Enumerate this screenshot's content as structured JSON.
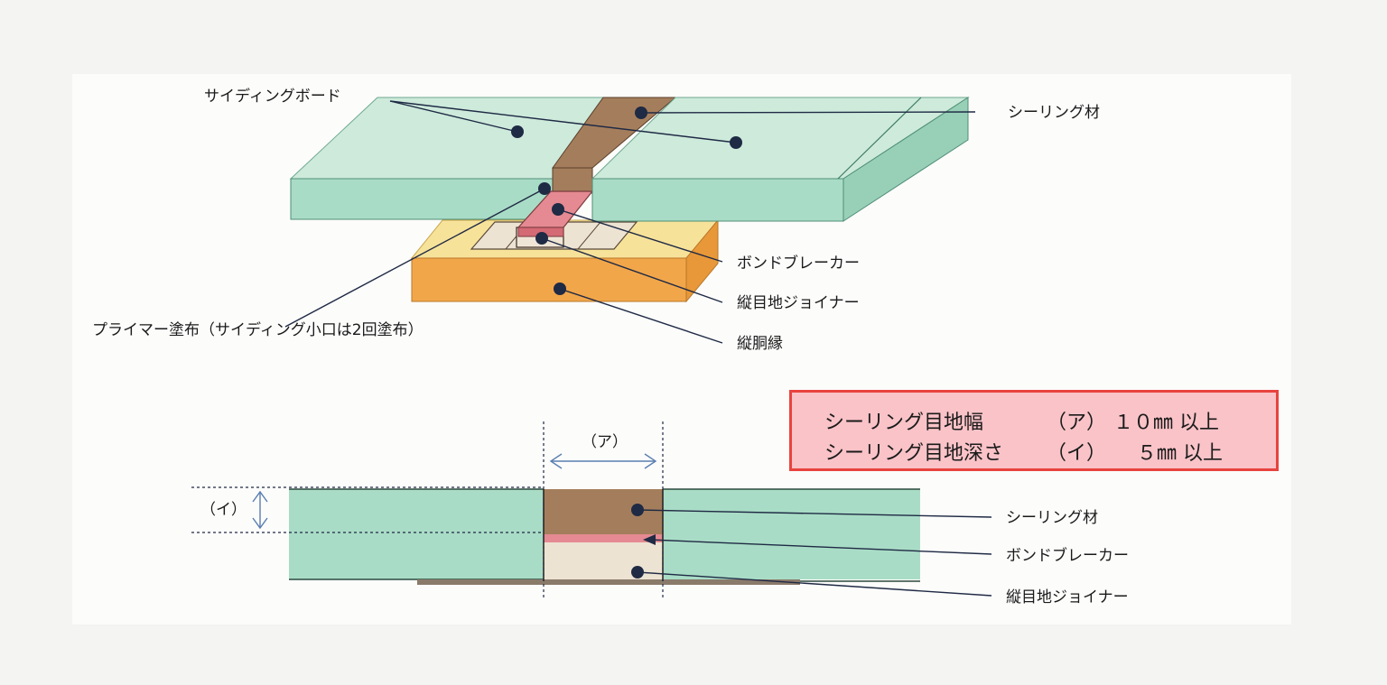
{
  "labels": {
    "siding_board": "サイディングボード",
    "sealing_material": "シーリング材",
    "bond_breaker": "ボンドブレーカー",
    "joint_joiner": "縦目地ジョイナー",
    "vertical_furring": "縦胴縁",
    "primer": "プライマー塗布（サイディング小口は2回塗布）"
  },
  "section_labels": {
    "width_mark": "（ア）",
    "depth_mark": "（イ）",
    "sealing_material": "シーリング材",
    "bond_breaker": "ボンドブレーカー",
    "joint_joiner": "縦目地ジョイナー"
  },
  "spec": {
    "row1": {
      "name": "シーリング目地幅",
      "mark": "（ア）",
      "value": "１０㎜ 以上"
    },
    "row2": {
      "name": "シーリング目地深さ",
      "mark": "（イ）",
      "value": "５㎜ 以上"
    }
  },
  "colors": {
    "board_top": "#cdeadb",
    "board_front": "#a9dcc6",
    "sealant": "#a47e5c",
    "bond_breaker": "#e58a92",
    "joiner": "#ede3d3",
    "furring_top": "#f7e29a",
    "furring_front": "#f2a64a",
    "spec_fill": "#f9c3c8",
    "spec_border": "#e8433f"
  }
}
